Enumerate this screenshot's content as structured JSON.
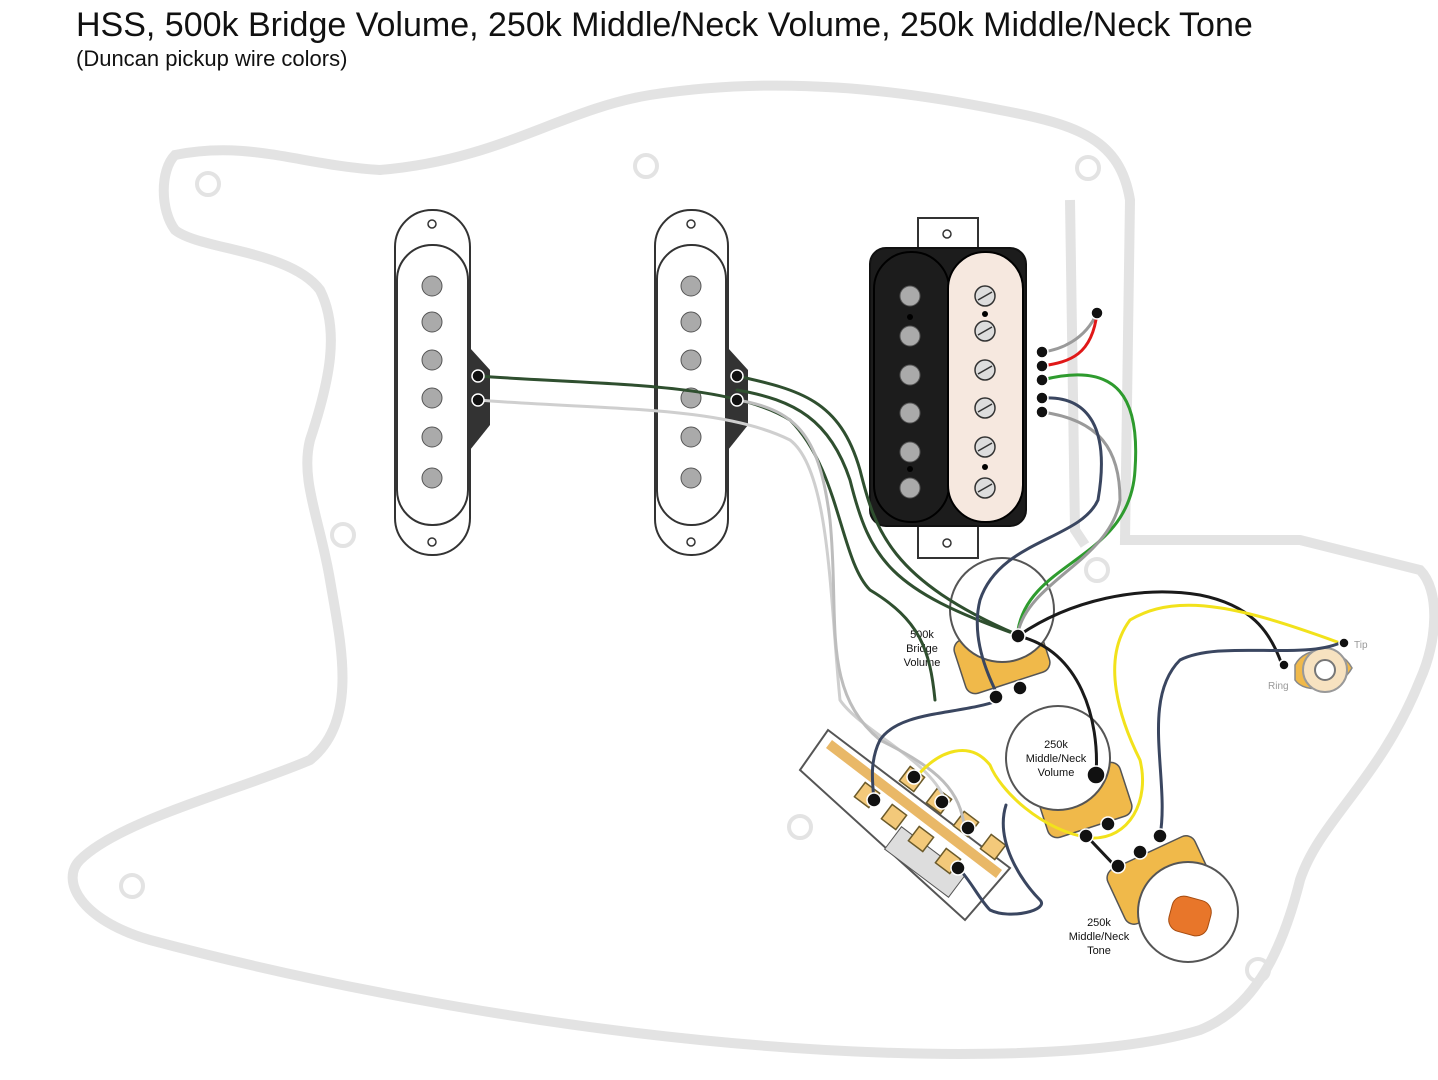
{
  "header": {
    "title": "HSS, 500k Bridge Volume, 250k Middle/Neck Volume, 250k Middle/Neck Tone",
    "subtitle": "(Duncan pickup wire colors)"
  },
  "pots": {
    "bridge_volume": [
      "500k",
      "Bridge",
      "Volume"
    ],
    "middle_neck_volume": [
      "250k",
      "Middle/Neck",
      "Volume"
    ],
    "middle_neck_tone": [
      "250k",
      "Middle/Neck",
      "Tone"
    ]
  },
  "jack": {
    "tip": "Tip",
    "ring": "Ring"
  },
  "colors": {
    "pickguard_outline": "#e3e3e3",
    "pot_body": "#f0b94a",
    "humbucker_dark": "#1c1c1c",
    "humbucker_zebra": "#f6e8df",
    "wire_green": "#2e9b2e",
    "wire_red": "#e01818",
    "wire_yellow": "#f2e21b",
    "wire_black": "#1a1a1a",
    "wire_gray": "#9a9a9a",
    "wire_navy": "#3a4660",
    "cap_orange": "#e8762a"
  }
}
